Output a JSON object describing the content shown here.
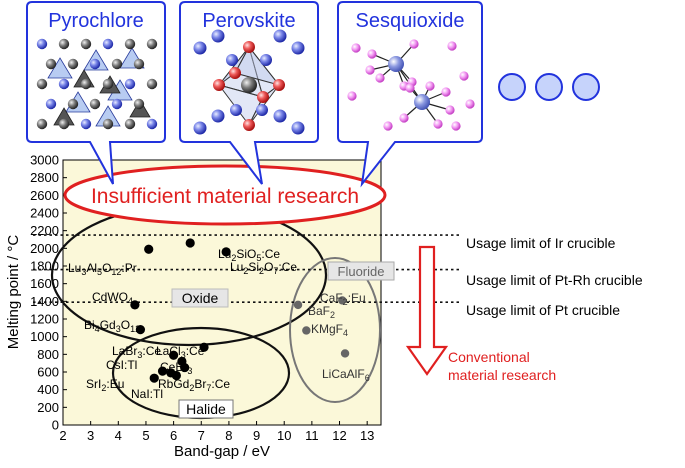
{
  "bubbles": [
    {
      "label": "Pyrochlore"
    },
    {
      "label": "Perovskite"
    },
    {
      "label": "Sesquioxide"
    }
  ],
  "banner": "Insufficient material research",
  "limits": [
    {
      "text": "Usage limit of Ir crucible",
      "y": 2150
    },
    {
      "text": "Usage limit of Pt-Rh crucible",
      "y": 1760
    },
    {
      "text": "Usage limit of Pt crucible",
      "y": 1390
    }
  ],
  "arrow_label": [
    "Conventional",
    "material research"
  ],
  "group_labels": {
    "oxide": "Oxide",
    "halide": "Halide",
    "fluoride": "Fluoride"
  },
  "colors": {
    "banner_red": "#e02020",
    "bubble_blue": "#2233dd",
    "plot_bg": "#fbf8d9",
    "fluoride_gray": "#666666",
    "oval_blue": "#7d7fdc"
  },
  "chart_data": {
    "type": "scatter",
    "xlabel": "Band-gap / eV",
    "ylabel": "Melting point / °C",
    "xlim": [
      2,
      13.5
    ],
    "ylim": [
      0,
      3000
    ],
    "xticks": [
      2,
      3,
      4,
      5,
      6,
      7,
      8,
      9,
      10,
      11,
      12,
      13
    ],
    "yticks": [
      0,
      200,
      400,
      600,
      800,
      1000,
      1200,
      1400,
      1600,
      1800,
      2000,
      2200,
      2400,
      2600,
      2800,
      3000
    ],
    "series": [
      {
        "group": "oxide",
        "points": [
          {
            "label": "Lu3Al5O12:Pr",
            "x": 5.1,
            "y": 1990
          },
          {
            "label": "Lu2SiO5:Ce",
            "x": 6.6,
            "y": 2060
          },
          {
            "label": "Lu2Si2O7:Ce",
            "x": 7.9,
            "y": 1960
          },
          {
            "label": "CdWO4",
            "x": 4.6,
            "y": 1360
          },
          {
            "label": "Bi4Gd3O12",
            "x": 4.8,
            "y": 1080
          }
        ]
      },
      {
        "group": "halide",
        "points": [
          {
            "label": "LaBr3:Ce",
            "x": 6.0,
            "y": 790
          },
          {
            "label": "LaCl3:Ce",
            "x": 7.1,
            "y": 880
          },
          {
            "label": "CsI:Tl",
            "x": 6.3,
            "y": 720
          },
          {
            "label": "CeBr3",
            "x": 6.4,
            "y": 650
          },
          {
            "label": "SrI2:Eu",
            "x": 5.3,
            "y": 530
          },
          {
            "label": "NaI:Tl",
            "x": 5.9,
            "y": 590
          },
          {
            "label": "RbGd2Br7:Ce",
            "x": 6.1,
            "y": 560
          },
          {
            "label": "",
            "x": 5.6,
            "y": 610
          }
        ]
      },
      {
        "group": "fluoride",
        "points": [
          {
            "label": "CaF2:Eu",
            "x": 12.1,
            "y": 1410
          },
          {
            "label": "BaF2",
            "x": 10.5,
            "y": 1360
          },
          {
            "label": "KMgF4",
            "x": 10.8,
            "y": 1070
          },
          {
            "label": "LiCaAlF6",
            "x": 12.2,
            "y": 810
          }
        ]
      }
    ]
  }
}
